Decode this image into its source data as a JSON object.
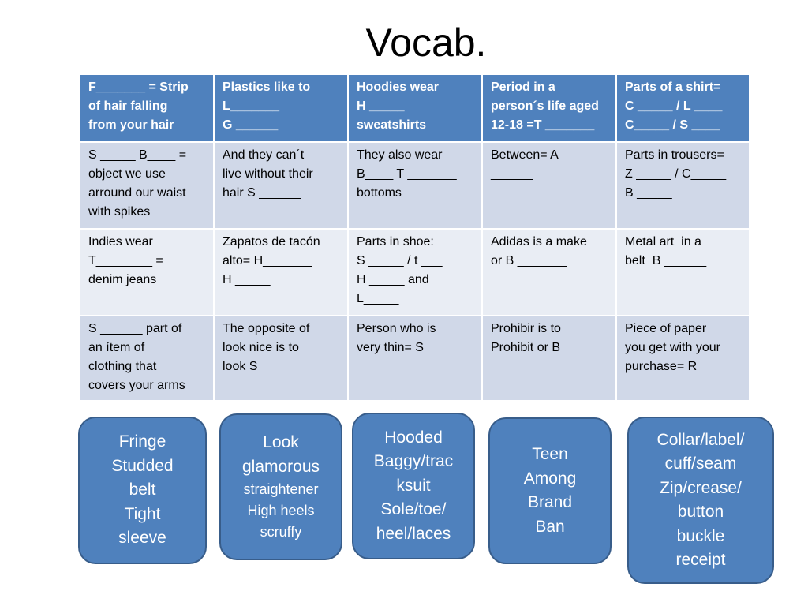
{
  "title": "Vocab.",
  "table": {
    "header": [
      [
        "F_______ = Strip",
        "of hair falling",
        "from your hair"
      ],
      [
        "Plastics like to",
        "L_______",
        "G ______"
      ],
      [
        "Hoodies wear",
        "H _____",
        "sweatshirts"
      ],
      [
        "Period in a",
        "person´s life aged",
        "12-18 =T _______"
      ],
      [
        "Parts of a shirt=",
        "C _____ / L ____",
        "C_____ / S ____"
      ]
    ],
    "rows": [
      [
        [
          "S _____ B____ =",
          "object we use",
          "arround our waist",
          "with spikes"
        ],
        [
          "And they can´t",
          "live without their",
          "hair S ______"
        ],
        [
          "They also wear",
          "B____ T _______",
          "bottoms"
        ],
        [
          "Between= A",
          "______"
        ],
        [
          "Parts in trousers=",
          "Z _____ / C_____",
          "B _____"
        ]
      ],
      [
        [
          "Indies wear",
          "T________ =",
          "denim jeans"
        ],
        [
          "Zapatos de tacón",
          "alto= H_______",
          "H _____"
        ],
        [
          "Parts in shoe:",
          "S _____ / t ___",
          "H _____ and",
          "L_____"
        ],
        [
          "Adidas is a make",
          "or B _______"
        ],
        [
          "Metal art  in a",
          "belt  B ______"
        ]
      ],
      [
        [
          "S ______ part of",
          "an ítem of",
          "clothing that",
          "covers your arms"
        ],
        [
          "The opposite of",
          "look nice is to",
          "look S _______"
        ],
        [
          "Person who is",
          "very thin= S ____"
        ],
        [
          "Prohibir is to",
          "Prohibit or B ___"
        ],
        [
          "Piece of paper",
          "you get with your",
          "purchase= R ____"
        ]
      ]
    ]
  },
  "answer_boxes": [
    {
      "lines": [
        "Fringe",
        "Studded",
        "belt",
        "Tight",
        "sleeve"
      ]
    },
    {
      "lines": [
        "Look",
        "glamorous",
        "straightener",
        "High heels",
        "scruffy"
      ]
    },
    {
      "lines": [
        "Hooded",
        "Baggy/trac",
        "ksuit",
        "Sole/toe/",
        "heel/laces"
      ]
    },
    {
      "lines": [
        "Teen",
        "Among",
        "Brand",
        "Ban"
      ]
    },
    {
      "lines": [
        "Collar/label/",
        "cuff/seam",
        "Zip/crease/",
        "button",
        "buckle",
        "receipt"
      ]
    }
  ]
}
